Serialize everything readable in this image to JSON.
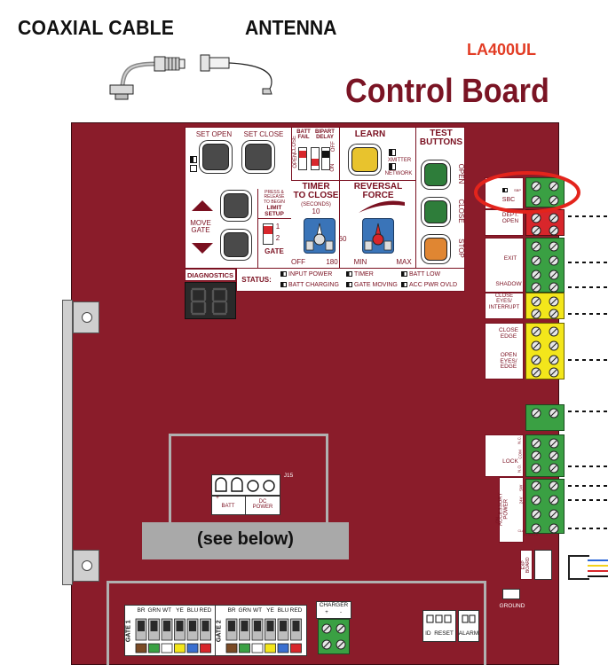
{
  "header": {
    "coax_label": "COAXIAL CABLE",
    "antenna_label": "ANTENNA",
    "model": "LA400UL",
    "title": "Control Board"
  },
  "colors": {
    "board": "#8a1c2a",
    "model_red": "#e23c24",
    "terminal_green": "#3aa043",
    "terminal_yellow": "#f3e61b",
    "terminal_red": "#d8262b",
    "highlight_ring": "#e3241c"
  },
  "panel": {
    "set_open": "SET OPEN",
    "set_close": "SET CLOSE",
    "batt_fail": "BATT\nFAIL",
    "bipart_delay": "BIPART\nDELAY",
    "open": "OPEN",
    "close": "CLOSE",
    "on": "ON",
    "off": "OFF",
    "learn": "LEARN",
    "xmitter": "XMITTER",
    "network": "NETWORK",
    "test_buttons": "TEST\nBUTTONS",
    "test_open": "OPEN",
    "test_close": "CLOSE",
    "test_stop": "STOP",
    "move_gate": "MOVE\nGATE",
    "press_release": "PRESS &\nRELEASE\nTO BEGIN",
    "limit_setup": "LIMIT\nSETUP",
    "gate": "GATE",
    "gate_1": "1",
    "gate_2": "2",
    "timer_to_close": "TIMER\nTO CLOSE",
    "seconds": "(SECONDS)",
    "timer_10": "10",
    "timer_60": "60",
    "timer_off": "OFF",
    "timer_180": "180",
    "reversal_force": "REVERSAL\nFORCE",
    "force_min": "MIN",
    "force_max": "MAX",
    "diagnostics": "DIAGNOSTICS",
    "status": "STATUS:",
    "status_input_power": "INPUT POWER",
    "status_timer": "TIMER",
    "status_batt_low": "BATT LOW",
    "status_batt_charging": "BATT CHARGING",
    "status_gate_moving": "GATE MOVING",
    "status_acc_pwr_ovld": "ACC PWR OVLD"
  },
  "terminals": {
    "sbc": "SBC",
    "sbc_top": "SBP",
    "dept_open": "DEPT.\nOPEN",
    "exit": "EXIT",
    "shadow": "SHADOW",
    "close_eyes_interrupt": "CLOSE\nEYES/\nINTERRUPT",
    "close_edge": "CLOSE\nEDGE",
    "open_eyes_edge": "OPEN\nEYES/\nEDGE",
    "lock": "LOCK",
    "lock_nc": "N.C.",
    "lock_com": "COM",
    "lock_no": "N.O.",
    "accessory_power": "ACCESSORY\nPOWER",
    "acc_sw": "SW",
    "acc_24v": "24V",
    "acc_on": "ON",
    "acc_class": "CLASS 2 SUPPLY\n24 VOLTS",
    "exp_board": "EXP\nBOARD",
    "ground": "GROUND"
  },
  "bottom": {
    "j15": "J15",
    "batt": "BATT",
    "dc_power": "DC\nPOWER",
    "see_below": "(see below)",
    "gate1": "GATE 1",
    "gate2": "GATE 2",
    "wire_labels": [
      "BR",
      "GRN",
      "WT",
      "YE",
      "BLU",
      "RED"
    ],
    "wire_colors": [
      "#7a4a25",
      "#3aa043",
      "#ffffff",
      "#f3e61b",
      "#3a6fd0",
      "#d8262b"
    ],
    "charger": "CHARGER",
    "charger_plus": "+",
    "charger_minus": "-",
    "id_reset": "ID  RESET",
    "alarm": "ALARM"
  }
}
